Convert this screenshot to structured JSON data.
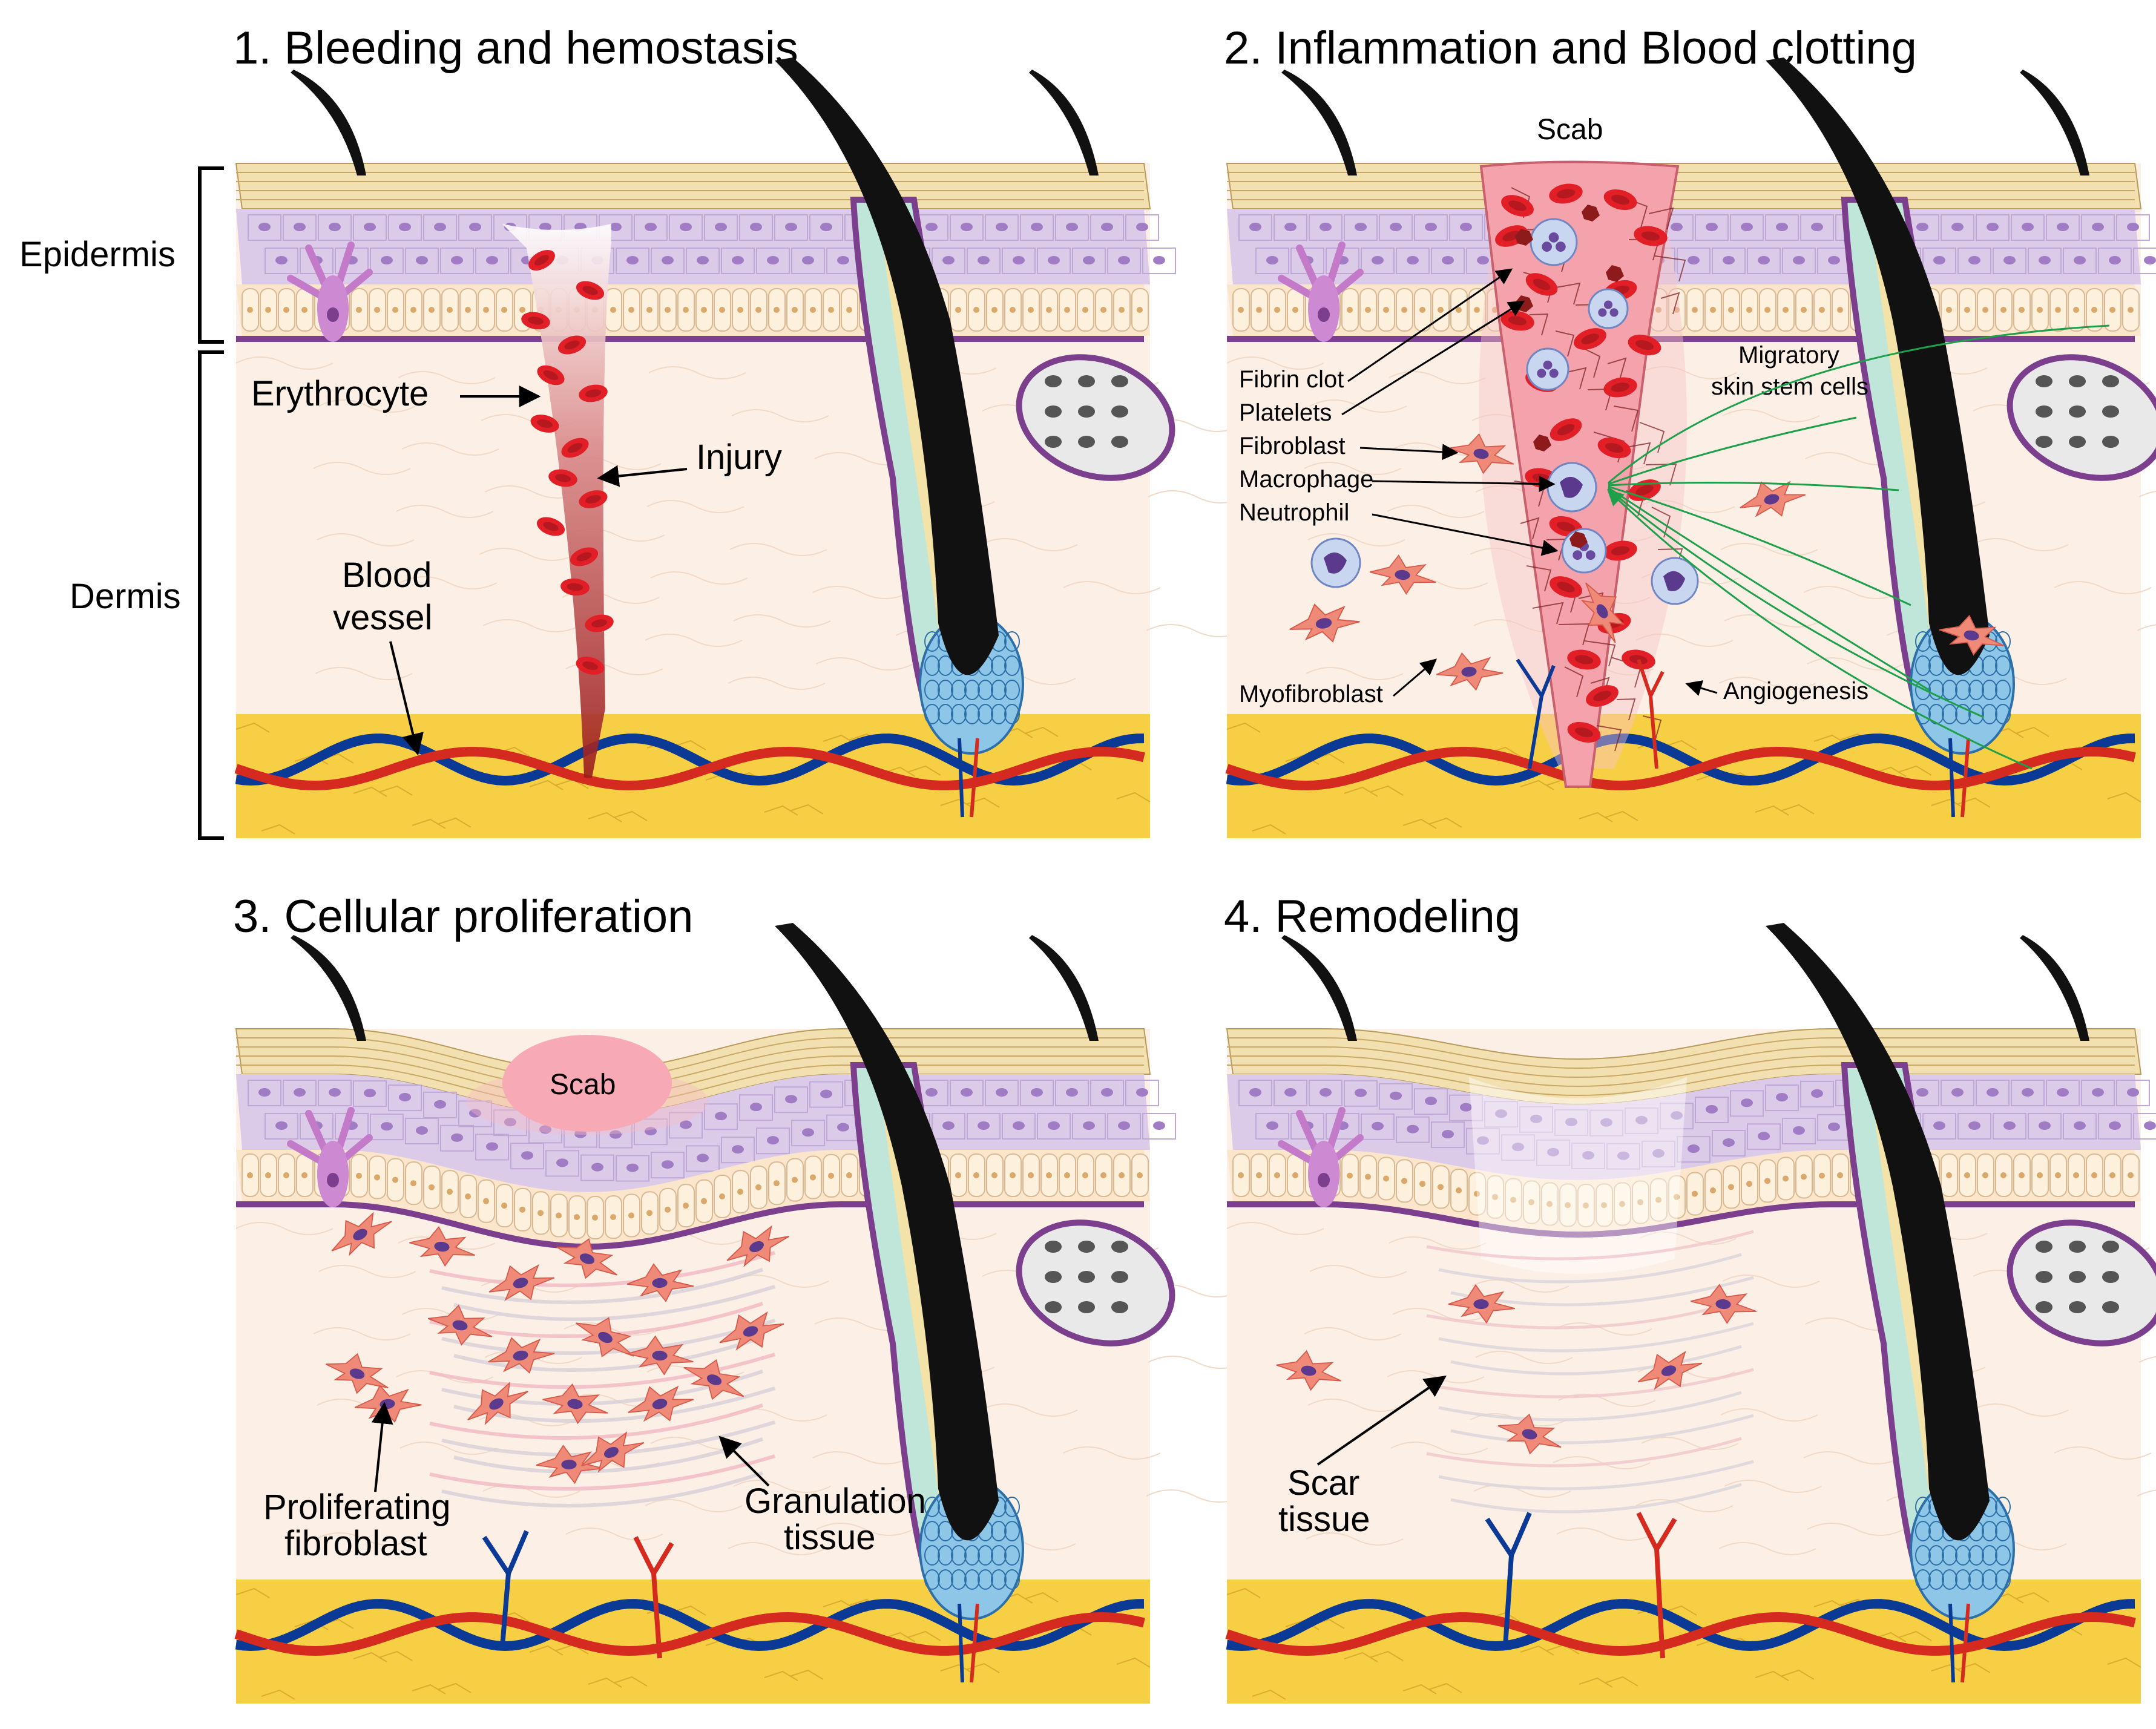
{
  "side_labels": {
    "epidermis": "Epidermis",
    "dermis": "Dermis"
  },
  "panels": [
    {
      "title": "1. Bleeding and hemostasis",
      "labels": {
        "erythrocyte": "Erythrocyte",
        "injury": "Injury",
        "blood_vessel_line1": "Blood",
        "blood_vessel_line2": "vessel"
      }
    },
    {
      "title": "2. Inflammation and Blood clotting",
      "labels": {
        "scab": "Scab",
        "fibrin_clot": "Fibrin clot",
        "platelets": "Platelets",
        "fibroblast": "Fibroblast",
        "macrophage": "Macrophage",
        "neutrophil": "Neutrophil",
        "myofibroblast": "Myofibroblast",
        "angiogenesis": "Angiogenesis",
        "stem_cells_line1": "Migratory",
        "stem_cells_line2": "skin stem cells"
      }
    },
    {
      "title": "3. Cellular proliferation",
      "labels": {
        "scab": "Scab",
        "proliferating_line1": "Proliferating",
        "proliferating_line2": "fibroblast",
        "granulation_line1": "Granulation",
        "granulation_line2": "tissue"
      }
    },
    {
      "title": "4. Remodeling",
      "labels": {
        "scar_line1": "Scar",
        "scar_line2": "tissue"
      }
    }
  ],
  "colors": {
    "stratum": "#f3e0b0",
    "spinous": "#dccbe8",
    "basal": "#fbe6cc",
    "border_purple": "#7b3f8e",
    "dermis": "#fcefe6",
    "fat": "#f7cf45",
    "artery": "#d42a1f",
    "vein": "#0a3a96",
    "erythrocyte": "#e21f26",
    "scab": "#f7bcc0",
    "fibroblast": "#f08a78",
    "hair": "#111111",
    "stem_cell_lines": "#1ea04a",
    "bulb": "#8ec6e8"
  }
}
